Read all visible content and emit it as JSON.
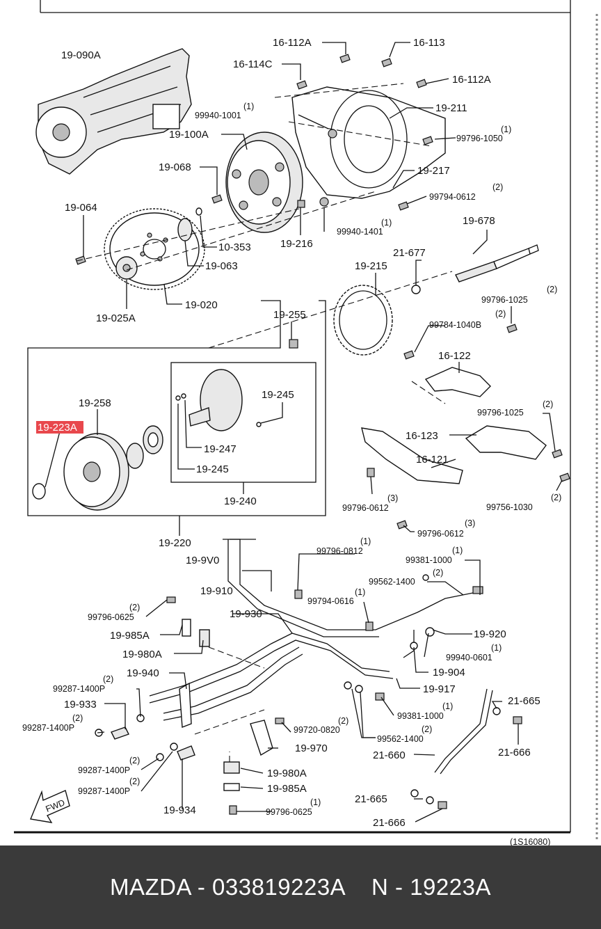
{
  "diagram": {
    "labels": {
      "p19_090A": "19-090A",
      "p16_112A_top": "16-112A",
      "p16_113": "16-113",
      "p16_114C": "16-114C",
      "p16_112A_right": "16-112A",
      "p99940_1001_qty": "(1)",
      "p99940_1001": "99940-1001",
      "p19_211": "19-211",
      "p19_100A": "19-100A",
      "p99796_1050_qty": "(1)",
      "p99796_1050": "99796-1050",
      "p19_068": "19-068",
      "p19_217": "19-217",
      "p99794_0612_qty": "(2)",
      "p99794_0612": "99794-0612",
      "p19_064": "19-064",
      "p10_353": "10-353",
      "p99940_1401_qty": "(1)",
      "p99940_1401": "99940-1401",
      "p19_678": "19-678",
      "p19_063": "19-063",
      "p19_216": "19-216",
      "p21_677": "21-677",
      "p19_215": "19-215",
      "p19_025A": "19-025A",
      "p19_020": "19-020",
      "p99796_1025a_qty": "(2)",
      "p99796_1025a": "99796-1025",
      "p19_255": "19-255",
      "p99784_1040B_qty": "(2)",
      "p99784_1040B": "99784-1040B",
      "p16_122": "16-122",
      "p19_258": "19-258",
      "p19_245a": "19-245",
      "p99796_1025b_qty": "(2)",
      "p99796_1025b": "99796-1025",
      "p19_223A": "19-223A",
      "p19_247": "19-247",
      "p16_123": "16-123",
      "p19_245b": "19-245",
      "p16_121": "16-121",
      "p19_240": "19-240",
      "p99796_0612a_qty": "(3)",
      "p99796_0612a": "99796-0612",
      "p99756_1030_qty": "(2)",
      "p99756_1030": "99756-1030",
      "p99796_0612b_qty": "(3)",
      "p99796_0612b": "99796-0612",
      "p19_220": "19-220",
      "p99796_0812_qty": "(1)",
      "p99796_0812": "99796-0812",
      "p19_9V0": "19-9V0",
      "p99381_1000a_qty": "(1)",
      "p99381_1000a": "99381-1000",
      "p99562_1400a_qty": "(2)",
      "p99562_1400a": "99562-1400",
      "p19_910": "19-910",
      "p99794_0616_qty": "(1)",
      "p99794_0616": "99794-0616",
      "p99796_0625a_qty": "(2)",
      "p99796_0625a": "99796-0625",
      "p19_930": "19-930",
      "p19_985Aa": "19-985A",
      "p19_920": "19-920",
      "p19_980Aa": "19-980A",
      "p99940_0601_qty": "(1)",
      "p99940_0601": "99940-0601",
      "p19_904": "19-904",
      "p19_940": "19-940",
      "p99287_1400Pa_qty": "(2)",
      "p99287_1400Pa": "99287-1400P",
      "p19_917": "19-917",
      "p21_665a": "21-665",
      "p19_933": "19-933",
      "p99381_1000b_qty": "(1)",
      "p99381_1000b": "99381-1000",
      "p99287_1400Pb_qty": "(2)",
      "p99287_1400Pb": "99287-1400P",
      "p99720_0820_qty": "(2)",
      "p99720_0820": "99720-0820",
      "p99562_1400b_qty": "(2)",
      "p99562_1400b": "99562-1400",
      "p19_970": "19-970",
      "p21_660": "21-660",
      "p99287_1400Pc_qty": "(2)",
      "p99287_1400Pc": "99287-1400P",
      "p21_666a": "21-666",
      "p19_980Ab": "19-980A",
      "p99287_1400Pd_qty": "(2)",
      "p99287_1400Pd": "99287-1400P",
      "p19_985Ab": "19-985A",
      "p21_665b": "21-665",
      "p19_934": "19-934",
      "p99796_0625b_qty": "(1)",
      "p99796_0625b": "99796-0625",
      "p21_666b": "21-666",
      "fwd": "FWD",
      "bottom_partial_code": "(1S16080)"
    },
    "highlight_color": "#e8474c"
  },
  "footer": {
    "caption": "MAZDA - 033819223A    N - 19223A"
  },
  "colors": {
    "footer_bg": "#3a3a3a",
    "footer_text": "#ffffff"
  }
}
